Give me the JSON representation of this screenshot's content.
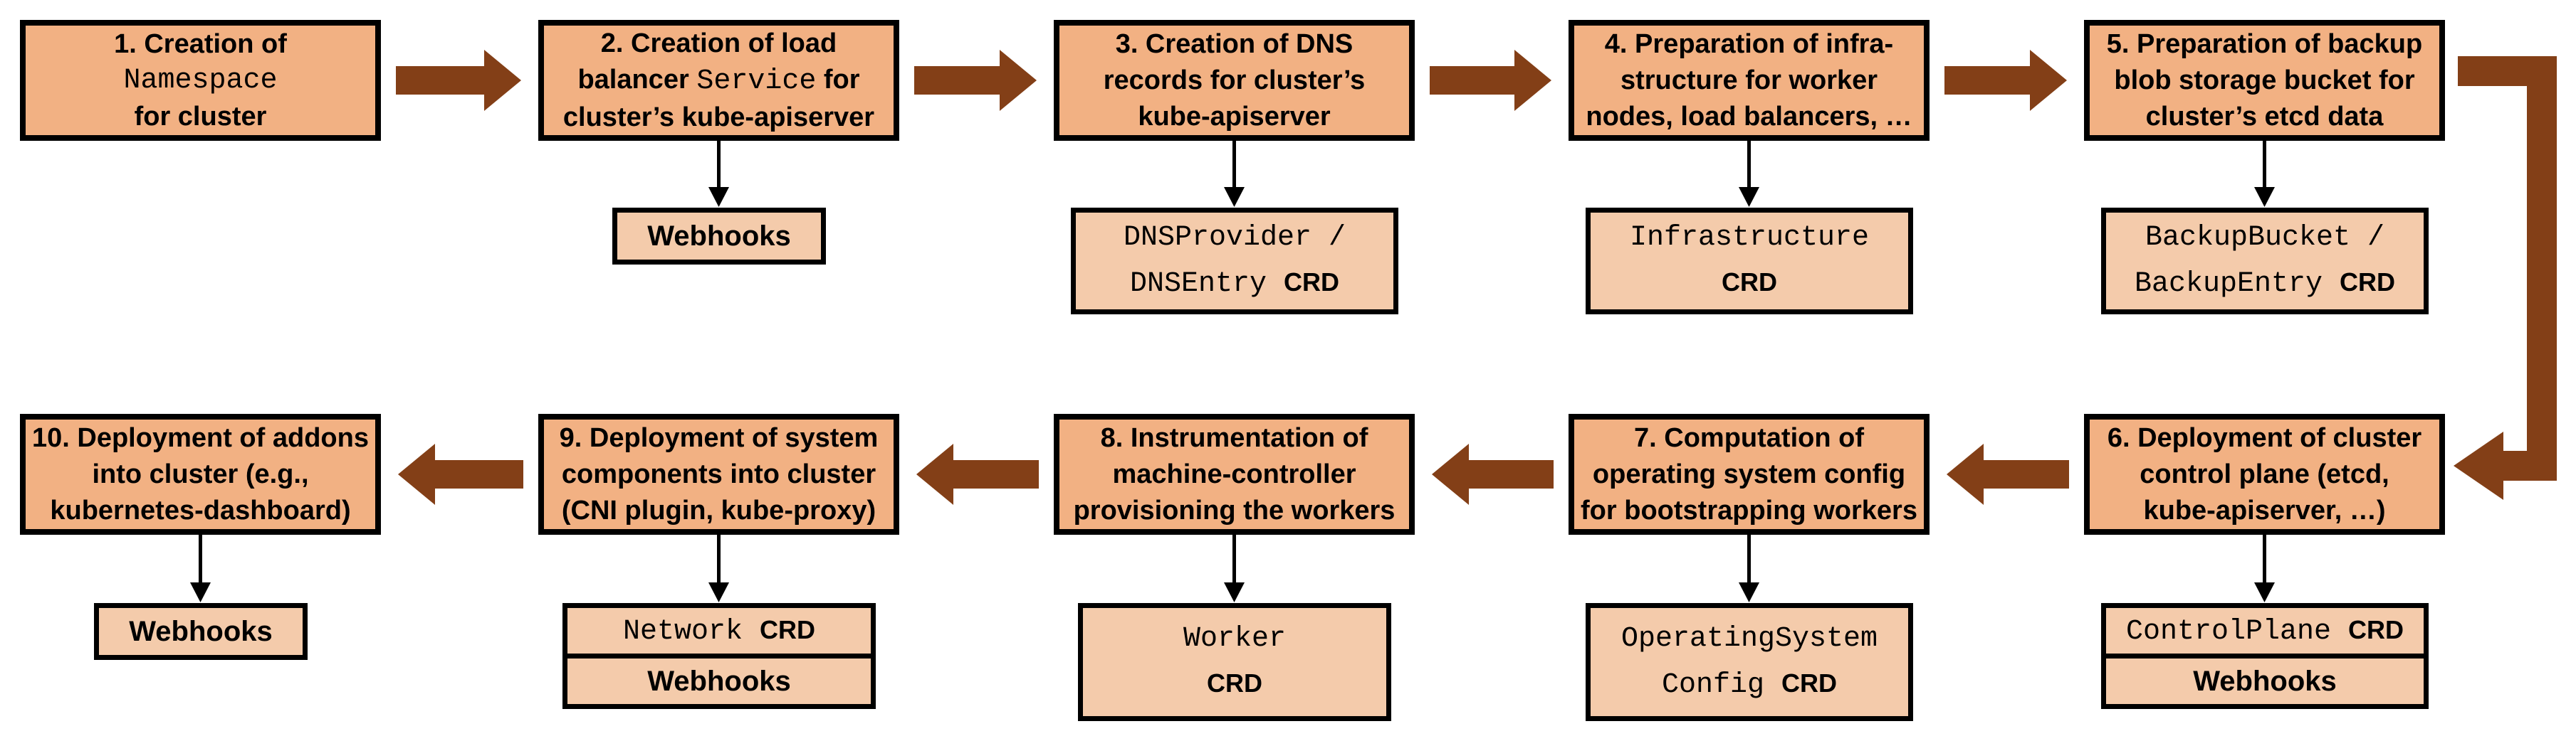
{
  "diagram": {
    "title_hint": "Cluster reconciliation flow (10 steps with extension CRDs and webhooks)",
    "colors": {
      "background": "#ffffff",
      "step_box_fill": "#F2B183",
      "sub_box_fill": "#F4CBAB",
      "box_border": "#000000",
      "flow_arrow": "#833F17",
      "connector_arrow": "#000000"
    },
    "steps": {
      "s1": {
        "l1": "1. Creation of",
        "l2m": "Namespace",
        "l3": "for cluster"
      },
      "s2": {
        "l1": "2. Creation of load",
        "l2a": "balancer ",
        "l2m": "Service",
        "l2b": " for",
        "l3": "cluster’s kube-apiserver"
      },
      "s3": {
        "l1": "3. Creation of DNS",
        "l2": "records for cluster’s",
        "l3": "kube-apiserver"
      },
      "s4": {
        "l1": "4. Preparation of infra-",
        "l2": "structure for worker",
        "l3": "nodes, load balancers, …"
      },
      "s5": {
        "l1": "5. Preparation of backup",
        "l2": "blob storage bucket for",
        "l3": "cluster’s etcd data"
      },
      "s6": {
        "l1": "6. Deployment of cluster",
        "l2": "control plane (etcd,",
        "l3": "kube-apiserver, …)"
      },
      "s7": {
        "l1": "7. Computation of",
        "l2": "operating system config",
        "l3": "for bootstrapping workers"
      },
      "s8": {
        "l1": "8. Instrumentation of",
        "l2": "machine-controller",
        "l3": "provisioning the workers"
      },
      "s9": {
        "l1": "9. Deployment of system",
        "l2": "components into cluster",
        "l3": "(CNI plugin, kube-proxy)"
      },
      "s10": {
        "l1": "10. Deployment of addons",
        "l2": "into cluster (e.g.,",
        "l3": "kubernetes-dashboard)"
      }
    },
    "subs": {
      "webhooks_service": {
        "label": "Webhooks"
      },
      "dns": {
        "m1": "DNSProvider /",
        "m2": "DNSEntry",
        "b2": "CRD"
      },
      "infra": {
        "m1": "Infrastructure",
        "b2": "CRD"
      },
      "backup": {
        "m1": "BackupBucket /",
        "m2": "BackupEntry",
        "b2": "CRD"
      },
      "controlplane": {
        "m1": "ControlPlane",
        "b1": "CRD",
        "w": "Webhooks"
      },
      "osc": {
        "m1": "OperatingSystem",
        "m2": "Config",
        "b2": "CRD"
      },
      "worker": {
        "m1": "Worker",
        "b2": "CRD"
      },
      "network": {
        "m1": "Network",
        "b1": "CRD",
        "w": "Webhooks"
      },
      "webhooks_addons": {
        "label": "Webhooks"
      }
    }
  }
}
